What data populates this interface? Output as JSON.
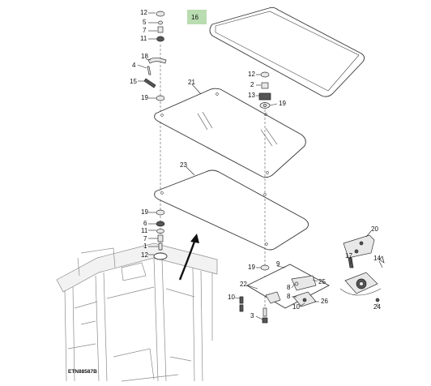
{
  "highlight_label": "16",
  "highlight_color": "#b9dcb0",
  "reference_code": "ETN88587B",
  "labels": {
    "p12a": "12",
    "p5": "5",
    "p7a": "7",
    "p11a": "11",
    "p18": "18",
    "p4": "4",
    "p15": "15",
    "p19a": "19",
    "p21": "21",
    "p12b": "12",
    "p2": "2",
    "p13": "13",
    "p19b": "19",
    "p23": "23",
    "p19c": "19",
    "p6": "6",
    "p11b": "11",
    "p7b": "7",
    "p1": "1",
    "p12c": "12",
    "p20": "20",
    "p17": "17",
    "p14": "14",
    "p19d": "19",
    "p9": "9",
    "p22": "22",
    "p8a": "8",
    "p25": "25",
    "p10a": "10",
    "p8b": "8",
    "p26": "26",
    "p10b": "10",
    "p24": "24",
    "p3": "3"
  }
}
